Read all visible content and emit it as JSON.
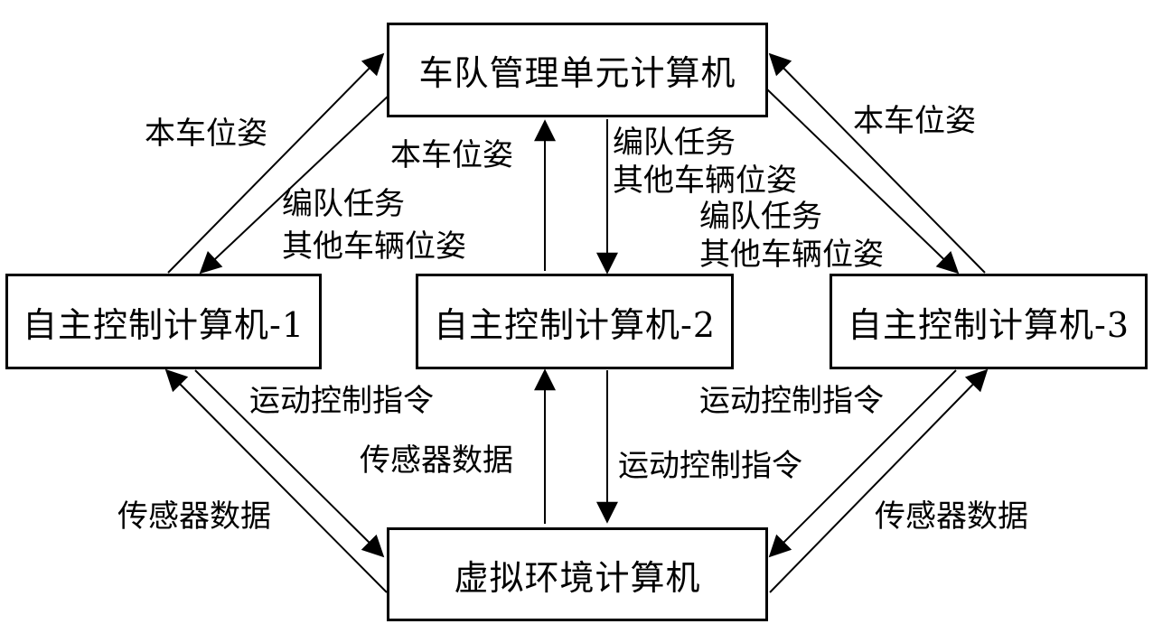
{
  "nodes": {
    "fleet_manager": "车队管理单元计算机",
    "auto_ctrl_1": "自主控制计算机-1",
    "auto_ctrl_2": "自主控制计算机-2",
    "auto_ctrl_3": "自主控制计算机-3",
    "virtual_env": "虚拟环境计算机"
  },
  "edge_labels": {
    "pose_1_up": "本车位姿",
    "task_1_down_l1": "编队任务",
    "task_1_down_l2": "其他车辆位姿",
    "pose_2_up": "本车位姿",
    "task_2_down_l1": "编队任务",
    "task_2_down_l2": "其他车辆位姿",
    "pose_3_up": "本车位姿",
    "task_3_down_l1": "编队任务",
    "task_3_down_l2": "其他车辆位姿",
    "motion_1": "运动控制指令",
    "sensor_1": "传感器数据",
    "sensor_2": "传感器数据",
    "motion_2": "运动控制指令",
    "motion_3": "运动控制指令",
    "sensor_3": "传感器数据"
  }
}
